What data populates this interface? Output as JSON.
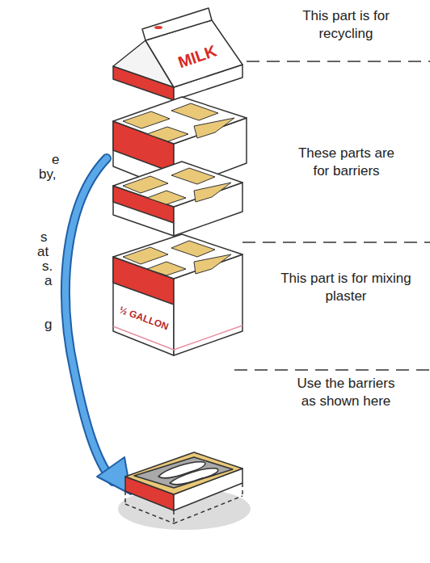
{
  "diagram": {
    "labels": [
      "This part is for recycling",
      "MILK",
      "e",
      "by,",
      "These parts are for barriers",
      "s",
      "at",
      "s.",
      "a",
      "This part is for mixing plaster",
      "½ GALLON",
      "g",
      "Use the barriers as shown here"
    ]
  }
}
